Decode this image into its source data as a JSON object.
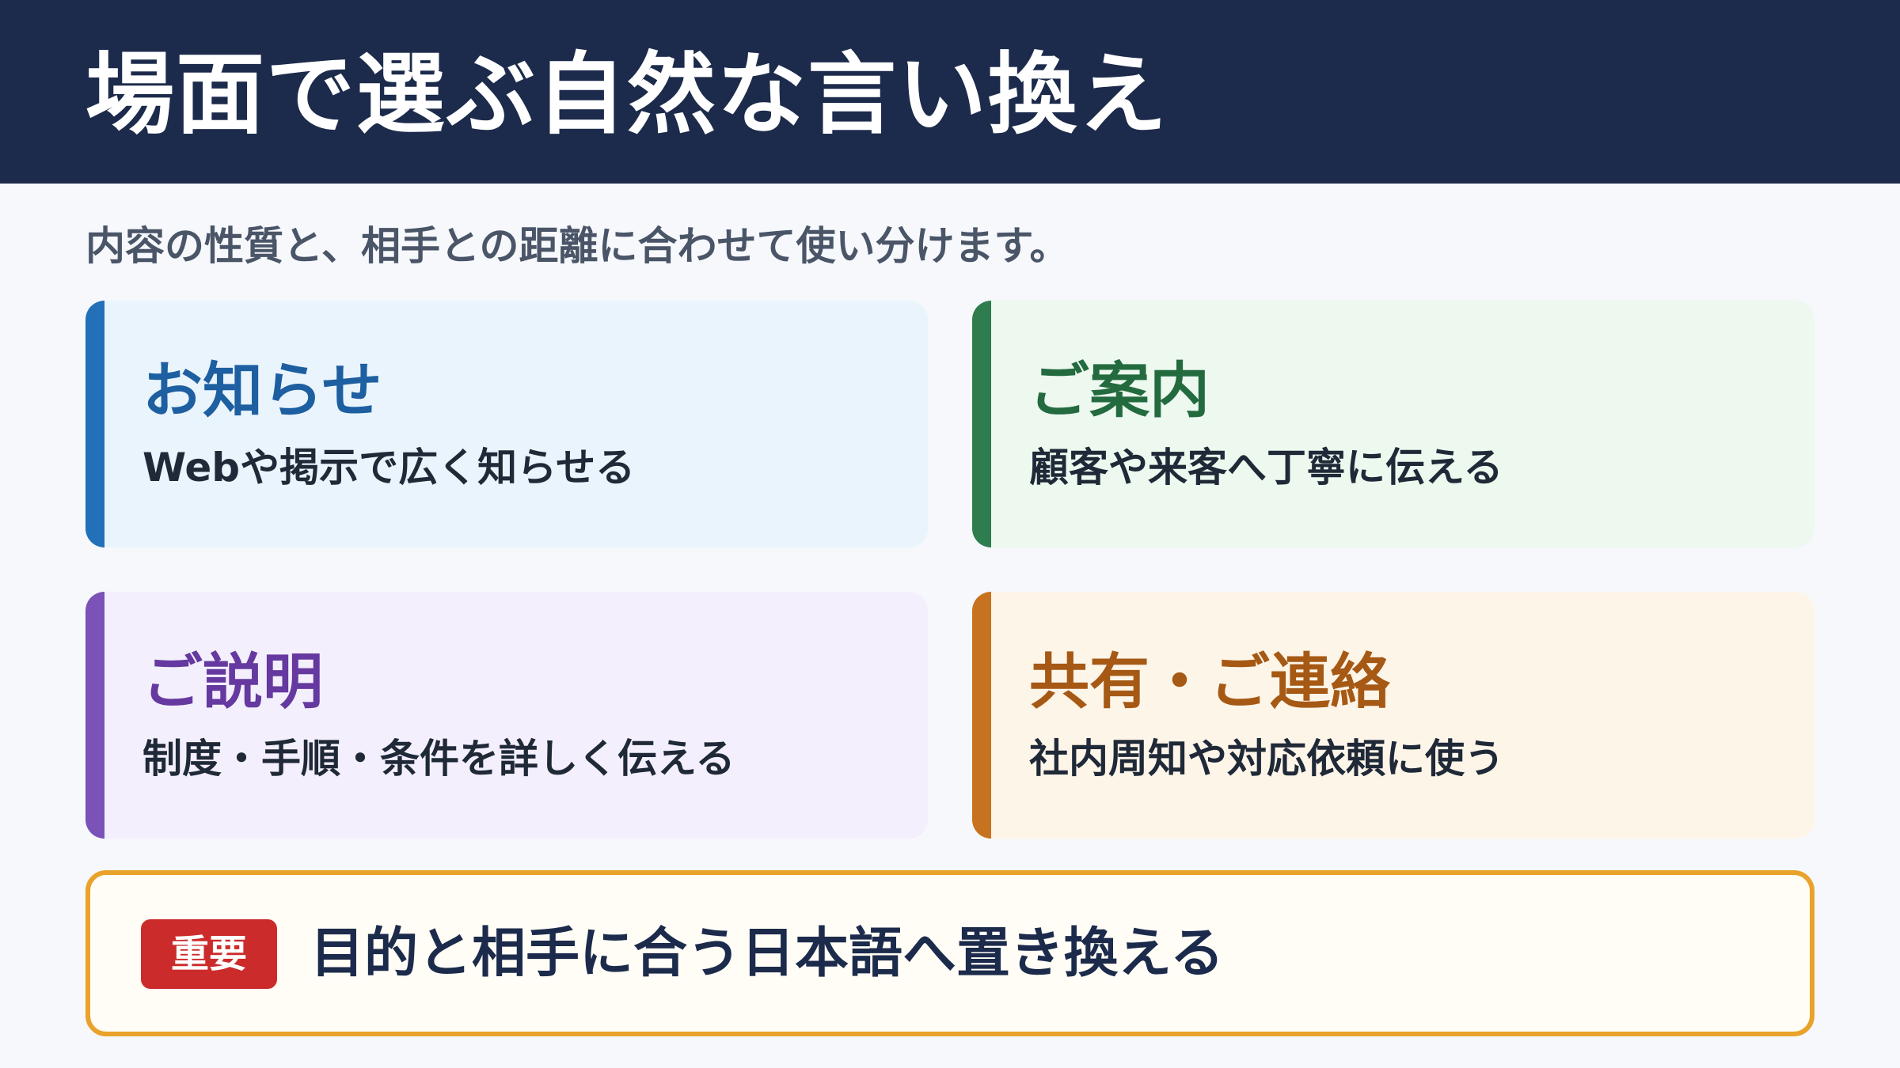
{
  "header": {
    "title": "場面で選ぶ自然な言い換え",
    "background": "#1c2b4b"
  },
  "subtitle": "内容の性質と、相手との距離に合わせて使い分けます。",
  "cards": [
    {
      "title": "お知らせ",
      "description": "Webや掲示で広く知らせる",
      "accent": "#2271b8",
      "title_color": "#1d5fa0",
      "background": "#eaf4fd"
    },
    {
      "title": "ご案内",
      "description": "顧客や来客へ丁寧に伝える",
      "accent": "#2e7d4f",
      "title_color": "#236b3f",
      "background": "#edf8ef"
    },
    {
      "title": "ご説明",
      "description": "制度・手順・条件を詳しく伝える",
      "accent": "#7a52b8",
      "title_color": "#65399f",
      "background": "#f3effc"
    },
    {
      "title": "共有・ご連絡",
      "description": "社内周知や対応依頼に使う",
      "accent": "#c7721f",
      "title_color": "#a65914",
      "background": "#fef5e9"
    }
  ],
  "note": {
    "badge": "重要",
    "text": "目的と相手に合う日本語へ置き換える",
    "border": "#e9a22a",
    "badge_color": "#cc2b2b"
  }
}
